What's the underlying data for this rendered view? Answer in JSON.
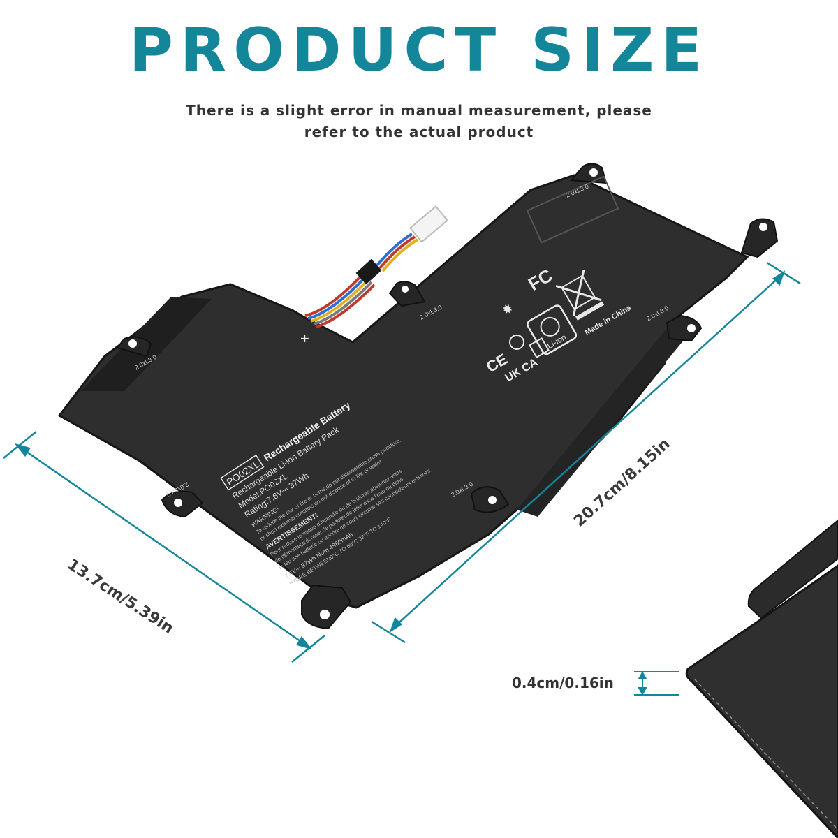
{
  "heading": {
    "title": "PRODUCT SIZE",
    "subtitle_line1": "There is a slight error in manual measurement, please",
    "subtitle_line2": "refer to the actual product"
  },
  "dimensions": {
    "width": "13.7cm/5.39in",
    "length": "20.7cm/8.15in",
    "thickness": "0.4cm/0.16in"
  },
  "battery_label": {
    "model_badge": "PO02XL",
    "title": "Rechargeable Battery",
    "line1": "Rechargeable Li-ion Battery Pack",
    "line2": "Model:PO02XL",
    "line3": "Rating:7.6V⎓ 37Wh",
    "warning": "WARNING!",
    "warn1": "To reduce the risk of fire or burns,do not disassemble,crush,puncture,",
    "warn2": "or short external contacts,do not dispose of in fire or water.",
    "avert_title": "AVERTISSEMENT!",
    "avert1": "Pour réduire le risque d'incendie ou de brûlures,abstenez-vous",
    "avert2": "de démonter,d'écraser,de perforer,de jeter dans l'eau ou dans",
    "avert3": "le feu une batterie,ou encore de court-circuiter ses connecteurs externes.",
    "spec": "7.6V⎓ 37Wh  Nom.4980mAh",
    "store": "STORE BETWEEN0°C TO 60°C 32°F TO 140°F",
    "made_in": "Made in China",
    "li_ion": "Li-ion",
    "screw_mark": "2.0xL3.0",
    "plus": "+"
  },
  "colors": {
    "accent": "#13869a",
    "battery": "#2b2b2b",
    "battery_edge": "#1a1a1a"
  }
}
